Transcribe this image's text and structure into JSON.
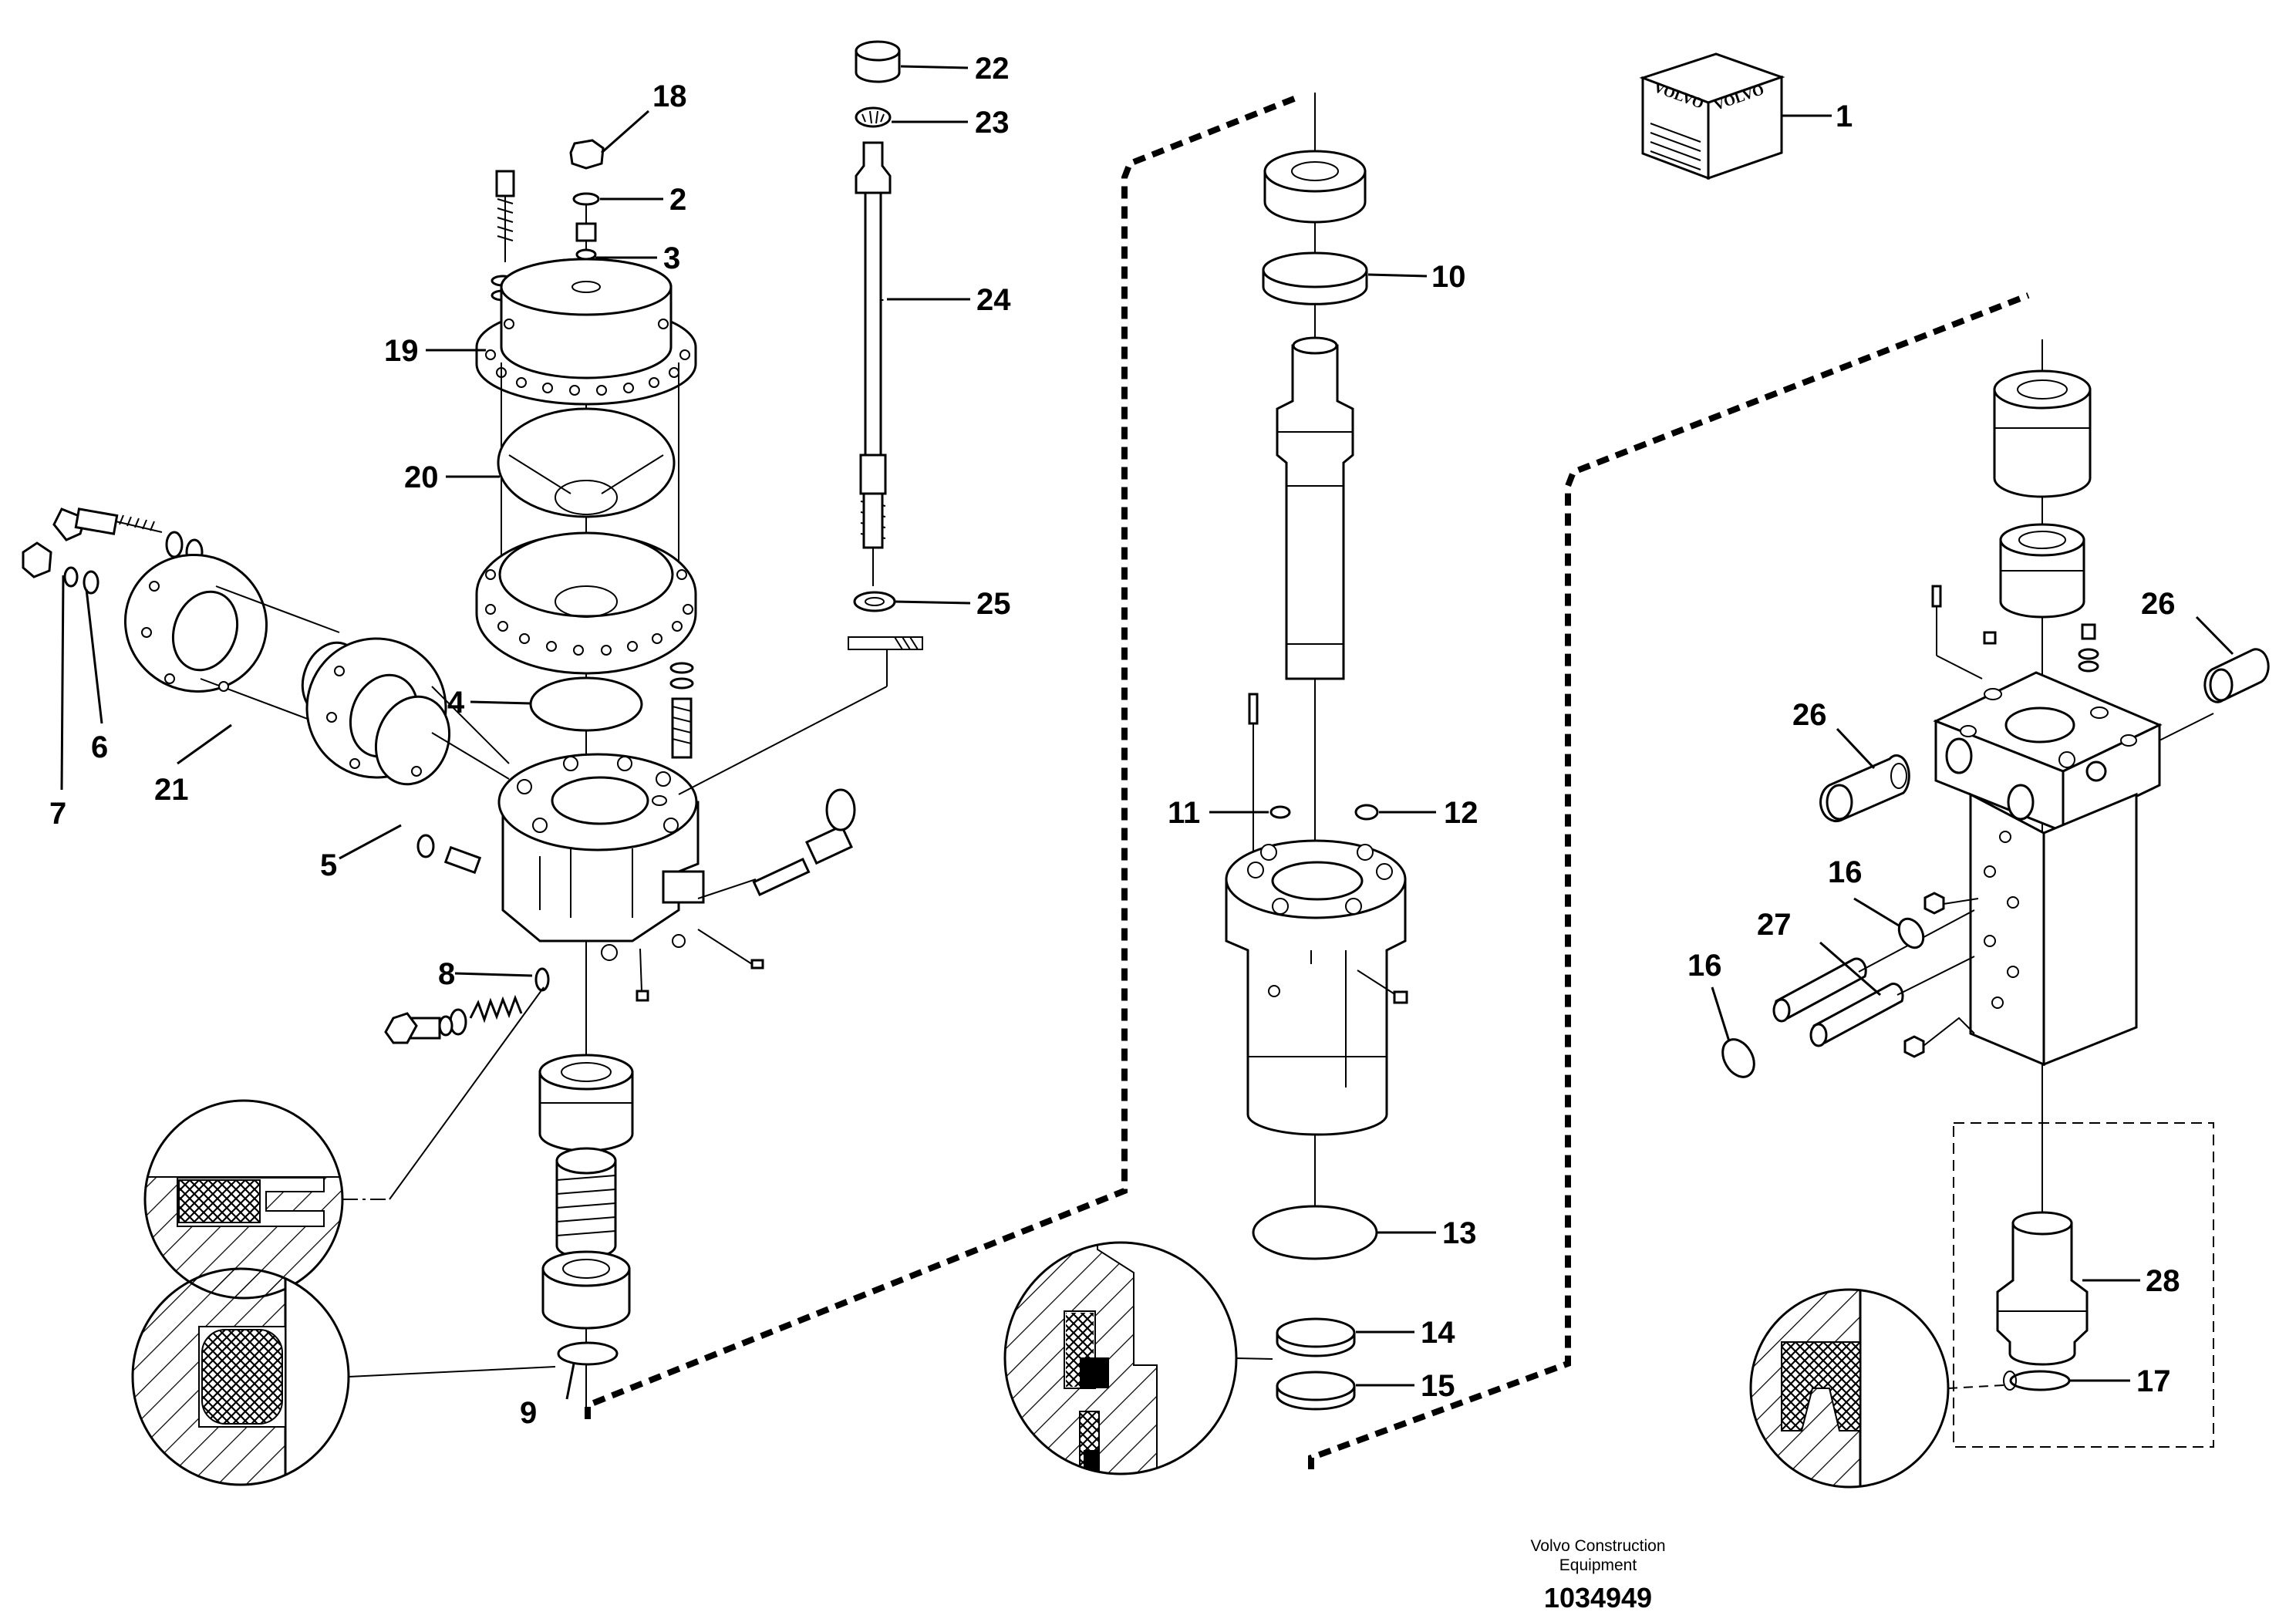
{
  "drawing": {
    "credit_line1": "Volvo Construction",
    "credit_line2": "Equipment",
    "drawing_number": "1034949",
    "kit_logo_text": "VOLVO"
  },
  "callouts": [
    {
      "id": "1",
      "label": "1"
    },
    {
      "id": "2",
      "label": "2"
    },
    {
      "id": "3",
      "label": "3"
    },
    {
      "id": "4",
      "label": "4"
    },
    {
      "id": "5",
      "label": "5"
    },
    {
      "id": "6",
      "label": "6"
    },
    {
      "id": "7",
      "label": "7"
    },
    {
      "id": "8",
      "label": "8"
    },
    {
      "id": "9",
      "label": "9"
    },
    {
      "id": "10",
      "label": "10"
    },
    {
      "id": "11",
      "label": "11"
    },
    {
      "id": "12",
      "label": "12"
    },
    {
      "id": "13",
      "label": "13"
    },
    {
      "id": "14",
      "label": "14"
    },
    {
      "id": "15",
      "label": "15"
    },
    {
      "id": "16a",
      "label": "16"
    },
    {
      "id": "16b",
      "label": "16"
    },
    {
      "id": "17",
      "label": "17"
    },
    {
      "id": "18",
      "label": "18"
    },
    {
      "id": "19",
      "label": "19"
    },
    {
      "id": "20",
      "label": "20"
    },
    {
      "id": "21",
      "label": "21"
    },
    {
      "id": "22",
      "label": "22"
    },
    {
      "id": "23",
      "label": "23"
    },
    {
      "id": "24",
      "label": "24"
    },
    {
      "id": "25",
      "label": "25"
    },
    {
      "id": "26a",
      "label": "26"
    },
    {
      "id": "26b",
      "label": "26"
    },
    {
      "id": "27",
      "label": "27"
    },
    {
      "id": "28",
      "label": "28"
    }
  ]
}
